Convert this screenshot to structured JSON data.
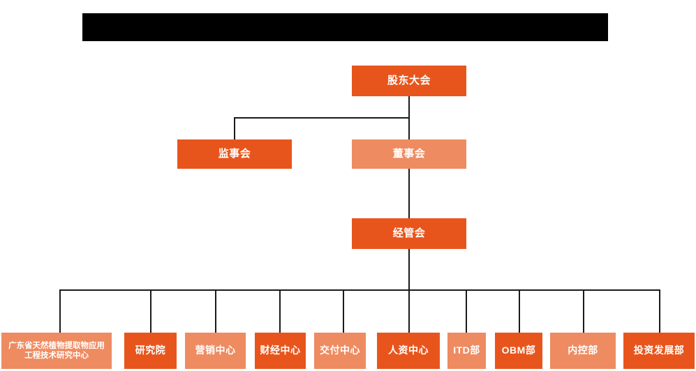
{
  "banner": {
    "name": "redacted-title-banner",
    "color": "#000000",
    "text": ""
  },
  "palette": {
    "dark_orange": "#e8551c",
    "light_orange": "#ee8b61",
    "connector": "#1a1a1a",
    "background": "#ffffff",
    "label_text": "#ffffff"
  },
  "org_chart": {
    "type": "org-chart",
    "levels": [
      {
        "level": 1,
        "nodes": [
          {
            "id": "shareholders",
            "label": "股东大会",
            "tone": "dark"
          }
        ]
      },
      {
        "level": 2,
        "nodes": [
          {
            "id": "supervisors",
            "label": "监事会",
            "tone": "dark"
          },
          {
            "id": "directors",
            "label": "董事会",
            "tone": "light"
          }
        ]
      },
      {
        "level": 3,
        "nodes": [
          {
            "id": "management",
            "label": "经管会",
            "tone": "dark"
          }
        ]
      },
      {
        "level": 4,
        "nodes": [
          {
            "id": "gd-research-center",
            "label": "广东省天然植物提取物应用工程技术研究中心",
            "tone": "light"
          },
          {
            "id": "research-institute",
            "label": "研究院",
            "tone": "dark"
          },
          {
            "id": "marketing-center",
            "label": "营销中心",
            "tone": "light"
          },
          {
            "id": "finance-center",
            "label": "财经中心",
            "tone": "dark"
          },
          {
            "id": "delivery-center",
            "label": "交付中心",
            "tone": "light"
          },
          {
            "id": "hr-center",
            "label": "人资中心",
            "tone": "dark"
          },
          {
            "id": "itd-dept",
            "label": "ITD部",
            "tone": "light"
          },
          {
            "id": "obm-dept",
            "label": "OBM部",
            "tone": "dark"
          },
          {
            "id": "internal-control-dept",
            "label": "内控部",
            "tone": "light"
          },
          {
            "id": "investment-development-dept",
            "label": "投资发展部",
            "tone": "dark"
          }
        ]
      }
    ],
    "edges": [
      {
        "from": "shareholders",
        "to": "supervisors"
      },
      {
        "from": "shareholders",
        "to": "directors"
      },
      {
        "from": "directors",
        "to": "management"
      },
      {
        "from": "management",
        "to": "gd-research-center"
      },
      {
        "from": "management",
        "to": "research-institute"
      },
      {
        "from": "management",
        "to": "marketing-center"
      },
      {
        "from": "management",
        "to": "finance-center"
      },
      {
        "from": "management",
        "to": "delivery-center"
      },
      {
        "from": "management",
        "to": "hr-center"
      },
      {
        "from": "management",
        "to": "itd-dept"
      },
      {
        "from": "management",
        "to": "obm-dept"
      },
      {
        "from": "management",
        "to": "internal-control-dept"
      },
      {
        "from": "management",
        "to": "investment-development-dept"
      }
    ]
  }
}
